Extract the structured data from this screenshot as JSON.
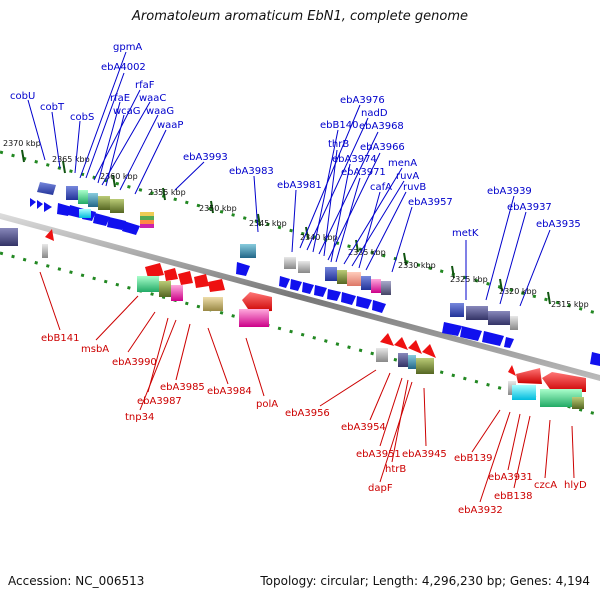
{
  "title": "Aromatoleum aromaticum EbN1, complete genome",
  "footer": {
    "accession": "Accession: NC_006513",
    "summary": "Topology: circular; Length: 4,296,230 bp; Genes: 4,194"
  },
  "colors": {
    "forward_label": "#0000cc",
    "reverse_label": "#cc0000",
    "forward_gene": "#1111ee",
    "reverse_gene": "#ee1111",
    "tick": "#228822",
    "backbone": "#888888"
  },
  "scale_labels": [
    "2370 kbp",
    "2365 kbp",
    "2360 kbp",
    "2355 kbp",
    "2350 kbp",
    "2345 kbp",
    "2340 kbp",
    "2335 kbp",
    "2330 kbp",
    "2325 kbp",
    "2320 kbp",
    "2315 kbp"
  ],
  "forward_labels": [
    "cobU",
    "cobT",
    "cobS",
    "gpmA",
    "ebA4002",
    "rfaF",
    "rfaE",
    "waaC",
    "wcaG",
    "waaG",
    "waaP",
    "ebA3993",
    "ebA3983",
    "ebA3981",
    "ebA3976",
    "nadD",
    "ebB140",
    "ebA3968",
    "thrB",
    "ebA3966",
    "ebA3974",
    "ebA3971",
    "menA",
    "ruvA",
    "cafA",
    "ruvB",
    "ebA3957",
    "metK",
    "ebA3939",
    "ebA3937",
    "ebA3935"
  ],
  "reverse_labels": [
    "ebB141",
    "msbA",
    "ebA3990",
    "ebA3987",
    "tnp34",
    "ebA3985",
    "ebA3984",
    "polA",
    "ebA3956",
    "ebA3954",
    "ebA3951",
    "htrB",
    "dapF",
    "ebA3945",
    "ebB139",
    "ebA3932",
    "ebA3931",
    "ebB138",
    "czcA",
    "hlyD"
  ]
}
